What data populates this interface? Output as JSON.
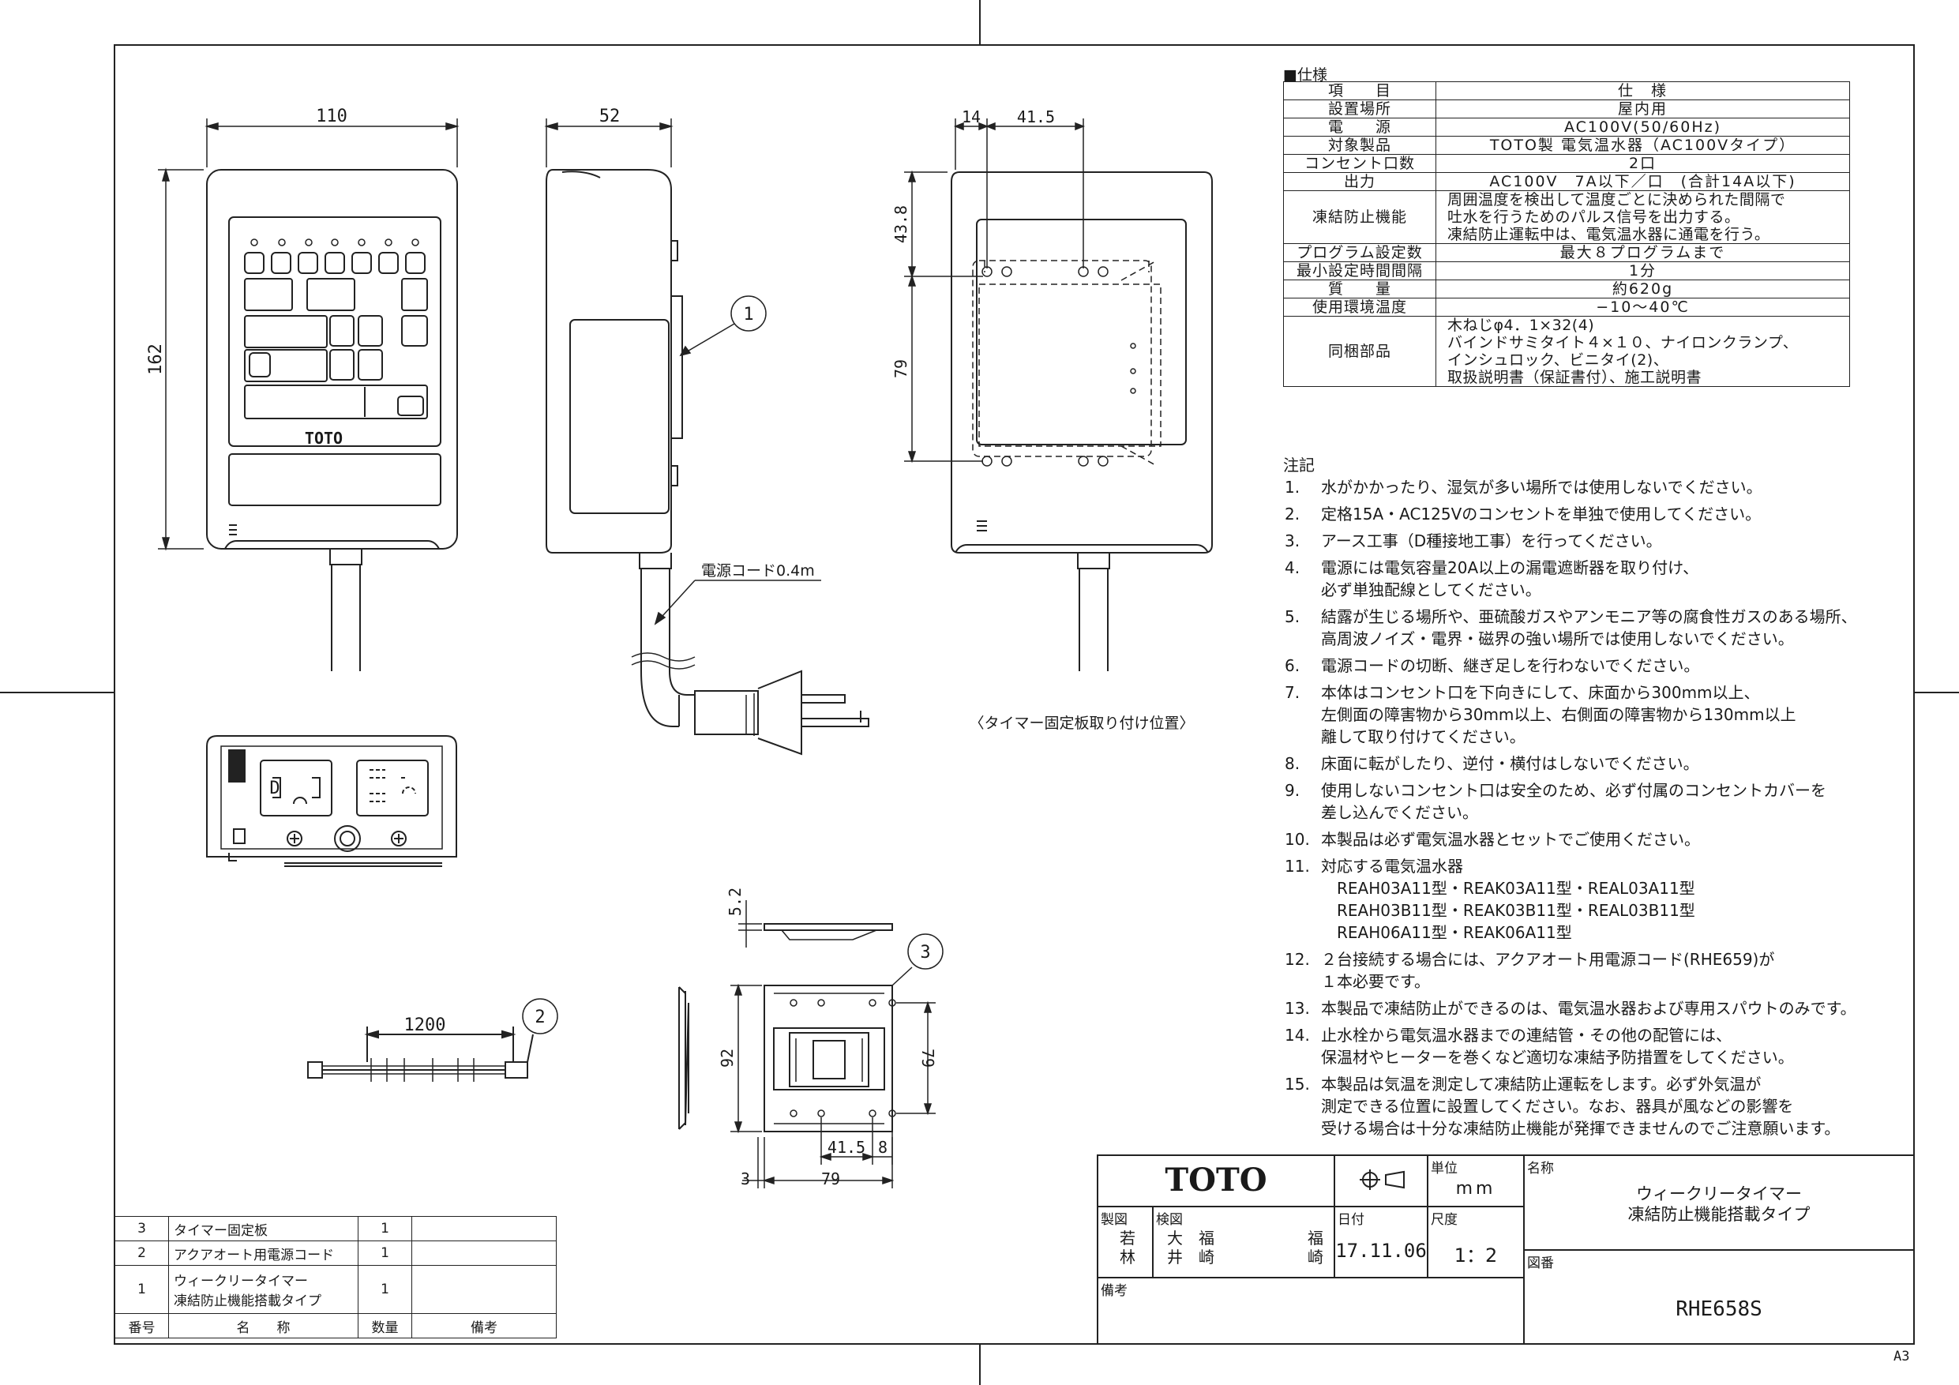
{
  "spec": {
    "heading": "■仕様",
    "header": {
      "item": "項　　目",
      "spec": "仕　様"
    },
    "rows": [
      {
        "k": "設置場所",
        "v": "屋内用"
      },
      {
        "k": "電　　源",
        "v": "AC100V(50/60Hz)"
      },
      {
        "k": "対象製品",
        "v": "TOTO製 電気温水器（AC100Vタイプ）"
      },
      {
        "k": "コンセント口数",
        "v": "2口"
      },
      {
        "k": "出力",
        "v": "AC100V　7A以下／口　(合計14A以下)"
      },
      {
        "k": "凍結防止機能",
        "v": "周囲温度を検出して温度ごとに決められた間隔で\n吐水を行うためのパルス信号を出力する。\n凍結防止運転中は、電気温水器に通電を行う。"
      },
      {
        "k": "プログラム設定数",
        "v": "最大８プログラムまで"
      },
      {
        "k": "最小設定時間間隔",
        "v": "1分"
      },
      {
        "k": "質　　量",
        "v": "約620g"
      },
      {
        "k": "使用環境温度",
        "v": "−10〜40℃"
      },
      {
        "k": "同梱部品",
        "v": "木ねじφ4．1×32(4)\nバインドサミタイト４×１０、ナイロンクランプ、\nインシュロック、ビニタイ(2)、\n取扱説明書（保証書付）、施工説明書"
      }
    ]
  },
  "notes": {
    "heading": "注記",
    "items": [
      {
        "num": "1.",
        "text": "水がかかったり、湿気が多い場所では使用しないでください。"
      },
      {
        "num": "2.",
        "text": "定格15A・AC125Vのコンセントを単独で使用してください。"
      },
      {
        "num": "3.",
        "text": "アース工事（D種接地工事）を行ってください。"
      },
      {
        "num": "4.",
        "text": "電源には電気容量20A以上の漏電遮断器を取り付け、\n必ず単独配線としてください。"
      },
      {
        "num": "5.",
        "text": "結露が生じる場所や、亜硫酸ガスやアンモニア等の腐食性ガスのある場所、\n高周波ノイズ・電界・磁界の強い場所では使用しないでください。"
      },
      {
        "num": "6.",
        "text": "電源コードの切断、継ぎ足しを行わないでください。"
      },
      {
        "num": "7.",
        "text": "本体はコンセント口を下向きにして、床面から300mm以上、\n左側面の障害物から30mm以上、右側面の障害物から130mm以上\n離して取り付けてください。"
      },
      {
        "num": "8.",
        "text": "床面に転がしたり、逆付・横付はしないでください。"
      },
      {
        "num": "9.",
        "text": "使用しないコンセント口は安全のため、必ず付属のコンセントカバーを\n差し込んでください。"
      },
      {
        "num": "10.",
        "text": "本製品は必ず電気温水器とセットでご使用ください。"
      },
      {
        "num": "11.",
        "text": "対応する電気温水器\n　REAH03A11型・REAK03A11型・REAL03A11型\n　REAH03B11型・REAK03B11型・REAL03B11型\n　REAH06A11型・REAK06A11型"
      },
      {
        "num": "12.",
        "text": "２台接続する場合には、アクアオート用電源コード(RHE659)が\n１本必要です。"
      },
      {
        "num": "13.",
        "text": "本製品で凍結防止ができるのは、電気温水器および専用スパウトのみです。"
      },
      {
        "num": "14.",
        "text": "止水栓から電気温水器までの連結管・その他の配管には、\n保温材やヒーターを巻くなど適切な凍結予防措置をしてください。"
      },
      {
        "num": "15.",
        "text": "本製品は気温を測定して凍結防止運転をします。必ず外気温が\n測定できる位置に設置してください。なお、器具が風などの影響を\n受ける場合は十分な凍結防止機能が発揮できませんのでご注意願います。"
      }
    ]
  },
  "dims": {
    "front_width": "110",
    "front_height": "162",
    "side_depth": "52",
    "rear_14": "14",
    "rear_415": "41.5",
    "rear_438": "43.8",
    "rear_79": "79",
    "cord_len": "1200",
    "plate_52": "5.2",
    "plate_92": "92",
    "plate_79v": "79",
    "plate_415": "41.5",
    "plate_8": "8",
    "plate_3": "3",
    "plate_79h": "79"
  },
  "labels": {
    "brand_panel": "TOTO",
    "cord": "電源コード0.4m",
    "mount_position": "〈タイマー固定板取り付け位置〉",
    "callout_1": "1",
    "callout_2": "2",
    "callout_3": "3",
    "outlet_d": "D"
  },
  "parts": {
    "rows": [
      {
        "no": "3",
        "name": "タイマー固定板",
        "qty": "1",
        "note": ""
      },
      {
        "no": "2",
        "name": "アクアオート用電源コード",
        "qty": "1",
        "note": ""
      },
      {
        "no": "1",
        "name": "ウィークリータイマー\n凍結防止機能搭載タイプ",
        "qty": "1",
        "note": ""
      }
    ],
    "header": {
      "no": "番号",
      "name": "名　　称",
      "qty": "数量",
      "note": "備考"
    }
  },
  "title_block": {
    "logo": "TOTO",
    "unit_label": "単位",
    "unit": "mm",
    "name_label": "名称",
    "name": "ウィークリータイマー\n凍結防止機能搭載タイプ",
    "drawn_label": "製図",
    "drawn": "若\n林",
    "checked_label": "検図",
    "checked": "大　福\n井　崎",
    "checked2": "福\n崎",
    "date_label": "日付",
    "date": "17.11.06",
    "scale_label": "尺度",
    "scale": "1：2",
    "drawing_no_label": "図番",
    "drawing_no": "RHE658S",
    "remarks_label": "備考"
  },
  "sheet": "A3"
}
